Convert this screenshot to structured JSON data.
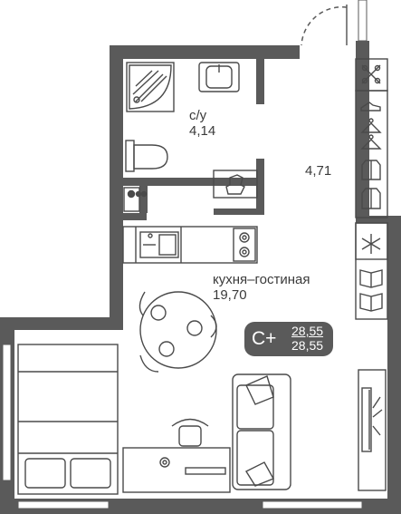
{
  "rooms": {
    "bathroom": {
      "name": "с/у",
      "area": "4,14"
    },
    "hallway": {
      "area": "4,71"
    },
    "living": {
      "name": "кухня–гостиная",
      "area": "19,70"
    }
  },
  "badge": {
    "class": "С+",
    "area_top": "28,55",
    "area_bottom": "28,55"
  },
  "colors": {
    "wall": "#5a5a5a",
    "line": "#4a4a4a",
    "badge_bg": "#5a5a5a"
  },
  "icons": [
    "shower-icon",
    "sink-icon",
    "toilet-icon",
    "washing-machine-icon",
    "stove-icon",
    "kitchen-sink-icon",
    "hob-icon",
    "storage-grid-icon",
    "shoe-icon",
    "hanger-icon",
    "shirt-icon",
    "snowflake-icon",
    "book-icon",
    "table-icon",
    "chair-icon",
    "sofa-icon",
    "tv-icon",
    "bed-icon",
    "desk-icon",
    "office-chair-icon",
    "plant-icon",
    "door-swing-icon"
  ]
}
